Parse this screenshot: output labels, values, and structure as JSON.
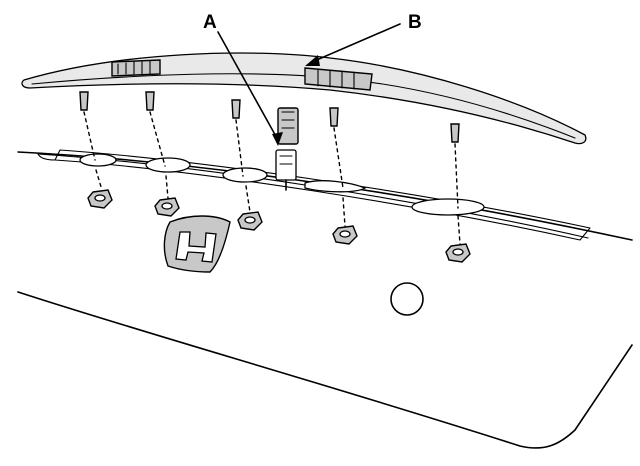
{
  "diagram": {
    "callouts": [
      {
        "id": "A",
        "text": "A"
      },
      {
        "id": "B",
        "text": "B"
      }
    ]
  },
  "colors": {
    "line": "#000000",
    "fill_dark": "#c8c8c8",
    "fill_light": "#e9e9e9",
    "background": "#ffffff"
  }
}
